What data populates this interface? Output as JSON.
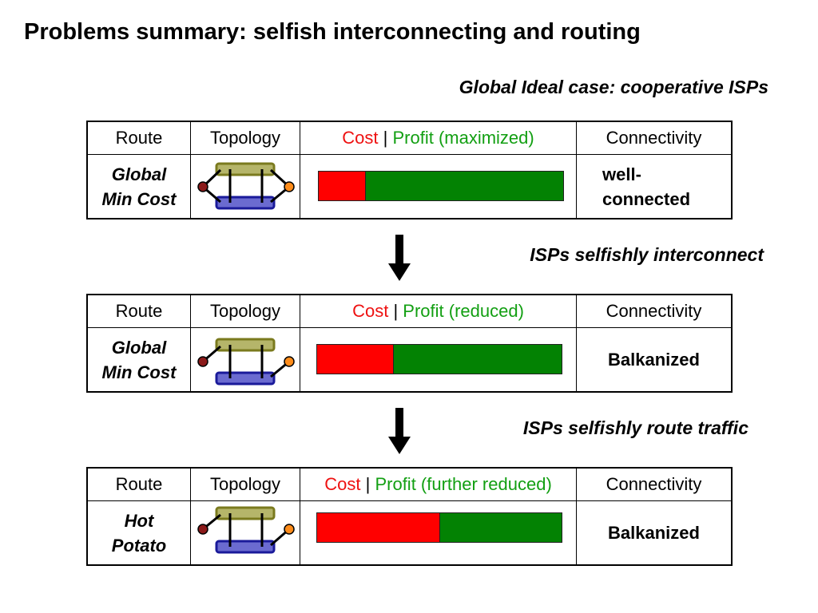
{
  "title": "Problems summary: selfish interconnecting and routing",
  "header": {
    "route": "Route",
    "topology": "Topology",
    "cost": "Cost",
    "separator": "|",
    "connectivity": "Connectivity"
  },
  "sections": [
    {
      "caption": "Global Ideal case: cooperative ISPs",
      "profit_label": "Profit (maximized)",
      "route_line1": "Global",
      "route_line2": "Min Cost",
      "cost_fraction": 0.19,
      "connectivity_line1": "well-",
      "connectivity_line2": "connected"
    },
    {
      "caption": "ISPs selfishly interconnect",
      "profit_label": "Profit (reduced)",
      "route_line1": "Global",
      "route_line2": "Min Cost",
      "cost_fraction": 0.31,
      "connectivity": "Balkanized"
    },
    {
      "caption": "ISPs selfishly route traffic",
      "profit_label": "Profit (further reduced)",
      "route_line1": "Hot",
      "route_line2": "Potato",
      "cost_fraction": 0.5,
      "connectivity": "Balkanized"
    }
  ],
  "colors": {
    "cost": "#ff0000",
    "profit": "#038203",
    "isp_top": "#b5b56a",
    "isp_bottom": "#6b6bd0",
    "endpoint_left": "#8b1a1a",
    "endpoint_right": "#ff8c1a"
  },
  "icons": {
    "down_arrow": "arrow-down-icon"
  }
}
